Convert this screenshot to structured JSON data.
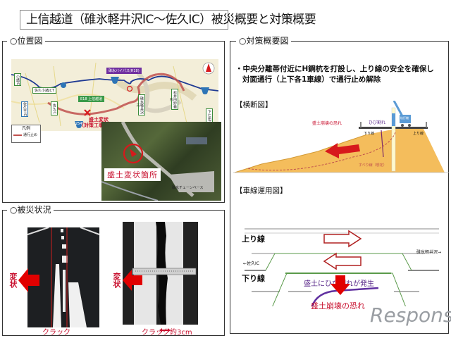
{
  "title": "上信越道（碓氷軽井沢IC〜佐久IC）被災概要と対策概要",
  "location_panel": {
    "label": "○位置図",
    "map": {
      "route_label": "E18 上信越道",
      "bypass_label": "碓氷バイパス(R18)",
      "damage_marker_label_line1": "盛土変状",
      "damage_marker_label_line2": "（対策工事箇所）",
      "route_number": "254",
      "route_number_2": "18",
      "interchanges": [
        "小諸IC",
        "佐久平IC",
        "佐久IC",
        "碓氷軽井沢IC",
        "松井田妙義IC",
        "下仁田IC"
      ],
      "other_label": "佐久小諸JCT",
      "legend": {
        "title": "凡例",
        "item": "通行止め"
      },
      "north_icon": "north-arrow-icon",
      "colors": {
        "closure_route": "#c0504d",
        "bypass": "#1f3a93",
        "marker": "#d7191c"
      }
    },
    "aerial_photo": {
      "label": "盛土変状箇所",
      "sublabel": "碓氷チェーンベース"
    }
  },
  "damage_panel": {
    "label": "○被災状況",
    "photo_left": {
      "side_label": "変状",
      "caption": "クラック"
    },
    "photo_right": {
      "side_label": "変状",
      "caption": "クラック約3cm"
    }
  },
  "measures_panel": {
    "label": "○対策概要図",
    "bullet_line1": "・中央分離帯付近にH鋼杭を打設し、上り線の安全を確保し",
    "bullet_line2": "対面通行（上下各1車線）で通行止め解除",
    "cross_section": {
      "heading": "【横断図】",
      "labels": {
        "collapse_risk": "盛土崩壊の恐れ",
        "crack": "ひび割れ",
        "down_line": "下り線",
        "up_line": "上り線",
        "slip_line": "すべり線（想定）",
        "machine": "杭打機"
      }
    },
    "lane_diagram": {
      "heading": "【車線運用図】",
      "up_line": "上り線",
      "down_line": "下り線",
      "left_direction": "←佐久IC",
      "right_direction": "碓氷軽井沢→",
      "crack_note": "盛土にひび割れが発生",
      "collapse_note": "盛土崩壊の恐れ"
    }
  },
  "watermark": "Response."
}
